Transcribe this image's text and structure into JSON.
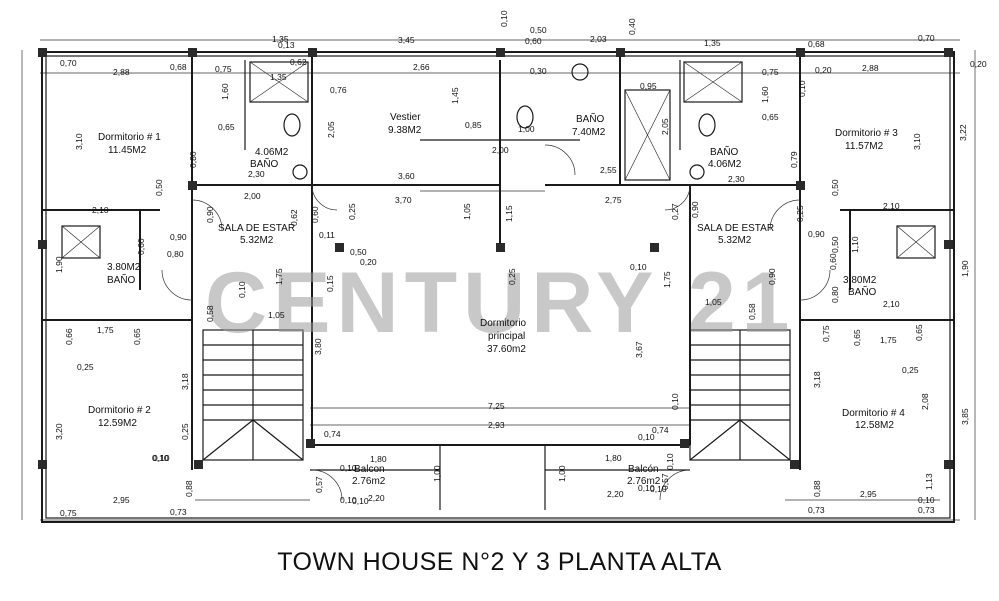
{
  "title": "TOWN HOUSE N°2 Y 3 PLANTA ALTA",
  "watermark": "CENTURY 21",
  "rooms": {
    "dorm1": {
      "name": "Dormitorio # 1",
      "area": "11.45M2"
    },
    "dorm2": {
      "name": "Dormitorio # 2",
      "area": "12.59M2"
    },
    "dorm3": {
      "name": "Dormitorio # 3",
      "area": "11.57M2"
    },
    "dorm4": {
      "name": "Dormitorio # 4",
      "area": "12.58M2"
    },
    "vestier": {
      "name": "Vestier",
      "area": "9.38M2"
    },
    "bano_c": {
      "name": "BAÑO",
      "area": "7.40M2"
    },
    "bano_l": {
      "name": "BAÑO",
      "area": "4.06M2"
    },
    "bano_r": {
      "name": "BAÑO",
      "area": "4.06M2"
    },
    "sala_l": {
      "name": "SALA DE ESTAR",
      "area": "5.32M2"
    },
    "sala_r": {
      "name": "SALA DE ESTAR",
      "area": "5.32M2"
    },
    "bano_sl": {
      "name": "BAÑO",
      "area": "3.80M2"
    },
    "bano_sr": {
      "name": "BAÑO",
      "area": "3.80M2"
    },
    "principal_1": "Dormitorio",
    "principal_2": "principal",
    "principal_area": "37.60m2",
    "balcon_l": {
      "name": "Balcon",
      "area": "2.76m2"
    },
    "balcon_r": {
      "name": "Balcón",
      "area": "2.76m2"
    }
  },
  "dims": {
    "t1": "1,35",
    "t2": "0,13",
    "t3": "3,45",
    "t4": "0,10",
    "t5": "0,50",
    "t6": "0,60",
    "t7": "2,03",
    "t8": "0,40",
    "t9": "1,35",
    "t10": "0,68",
    "t11": "0,70",
    "a1": "0,70",
    "a2": "2,88",
    "a3": "0,68",
    "a4": "0,75",
    "a5": "0,62",
    "a6": "2,66",
    "a7": "0,30",
    "a8": "0,75",
    "a9": "0,20",
    "a10": "2,88",
    "a11": "0,20",
    "b1": "1,35",
    "b2": "0,76",
    "b3": "0,95",
    "b4": "1,60",
    "b5": "1,60",
    "b6": "0,10",
    "c1": "3,10",
    "c2": "0,65",
    "c3": "2,05",
    "c4": "1,45",
    "c5": "0,85",
    "c6": "1,00",
    "c7": "2,05",
    "c8": "0,65",
    "c9": "3,10",
    "c10": "3,22",
    "d1": "0,80",
    "d2": "2,30",
    "d3": "3,60",
    "d4": "2,00",
    "d5": "2,55",
    "d6": "2,30",
    "d7": "0,79",
    "e1": "0,50",
    "e2": "2,00",
    "e3": "3,70",
    "e4": "2,75",
    "e5": "0,50",
    "f1": "2,10",
    "f2": "0,90",
    "f3": "0,62",
    "f4": "0,60",
    "f5": "0,25",
    "f6": "1,05",
    "f7": "1,15",
    "f8": "0,27",
    "f9": "0,90",
    "f10": "0,25",
    "f11": "2,10",
    "g1": "0,90",
    "g2": "0,11",
    "g3": "0,50",
    "g4": "0,90",
    "g5": "0,80",
    "g6": "0,60",
    "g7": "0,20",
    "g8": "0,50",
    "g9": "1,10",
    "h1": "1,90",
    "h2": "0,10",
    "h3": "0,15",
    "h4": "1,75",
    "h5": "0,25",
    "h6": "0,10",
    "h7": "1,75",
    "h8": "0,90",
    "h9": "0,60",
    "h10": "1,90",
    "i1": "1,05",
    "i2": "1,05",
    "i3": "0,58",
    "i4": "0,58",
    "i5": "2,10",
    "i6": "0,80",
    "j1": "0,66",
    "j2": "1,75",
    "j3": "0,65",
    "j4": "0,75",
    "j5": "0,65",
    "j6": "1,75",
    "j7": "0,65",
    "k1": "3,80",
    "k2": "3,67",
    "k3": "0,25",
    "k4": "0,25",
    "l1": "3,18",
    "l2": "7,25",
    "l3": "0,10",
    "l4": "3,18",
    "l5": "2,08",
    "m1": "3,20",
    "m2": "0,25",
    "m3": "0,74",
    "m4": "2,93",
    "m5": "0,74",
    "m6": "0,10",
    "m7": "3,85",
    "n1": "1,80",
    "n2": "0,10",
    "n3": "1,80",
    "n4": "0,10",
    "n5": "0,10",
    "o1": "0,57",
    "o2": "1,00",
    "o3": "1,00",
    "o4": "0,57",
    "o5": "0,88",
    "o6": "1,13",
    "o7": "0,88",
    "p1": "2,95",
    "p2": "2,20",
    "p3": "2,20",
    "p4": "2,95",
    "p5": "0,10",
    "p6": "0,10",
    "p7": "0,10",
    "p8": "0,10",
    "q1": "0,75",
    "q2": "0,73",
    "q3": "0,10",
    "q4": "0,10",
    "q5": "0,73",
    "q6": "0,73"
  }
}
